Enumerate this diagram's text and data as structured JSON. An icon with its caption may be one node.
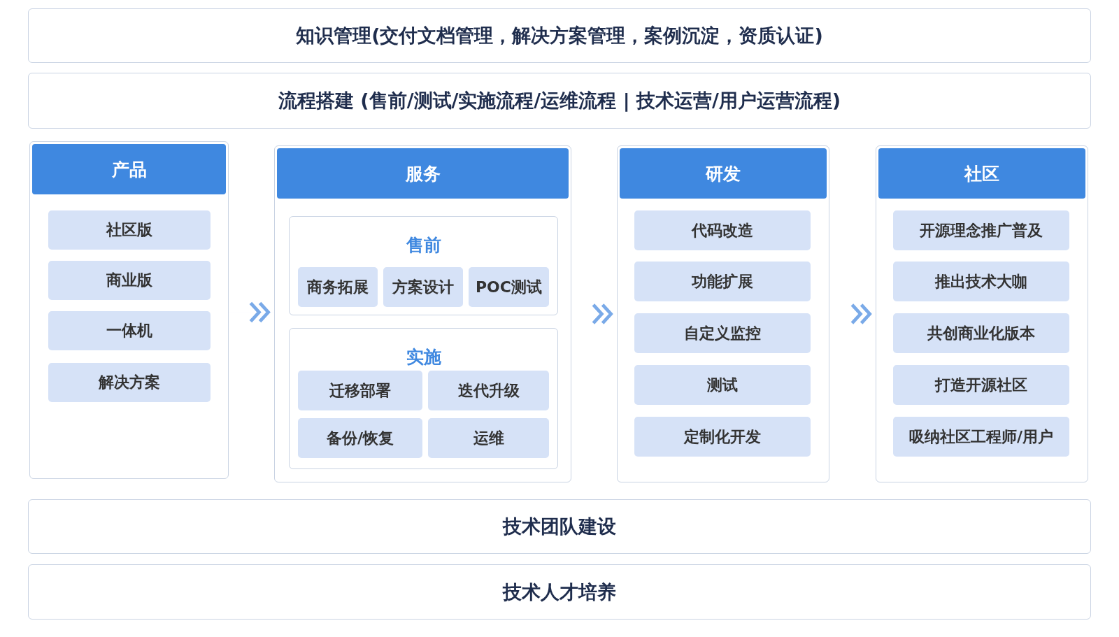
{
  "diagram": {
    "nodes": [
      {
        "text": [
          "知识管理(交付文档管理，解决方案管理，案例沉淀，资质认证)"
        ]
      },
      {
        "text": [
          "流程搭建 (售前/测试/实施流程/运维流程 | 技术运营/用户运营流程)"
        ]
      },
      {
        "text": [
          "产品"
        ]
      },
      {
        "text": [
          "社区版"
        ],
        "in": 2
      },
      {
        "text": [
          "商业版"
        ],
        "in": 2
      },
      {
        "text": [
          "一体机"
        ],
        "in": 2
      },
      {
        "text": [
          "解决方案"
        ],
        "in": 2
      },
      {
        "text": [
          "服务"
        ]
      },
      {
        "text": [
          "售前"
        ],
        "in": 7
      },
      {
        "text": [
          "商务拓展"
        ],
        "in": 8
      },
      {
        "text": [
          "方案设计"
        ],
        "in": 8
      },
      {
        "text": [
          "POC测试"
        ],
        "in": 8
      },
      {
        "text": [
          "实施"
        ],
        "in": 7
      },
      {
        "text": [
          "迁移部署"
        ],
        "in": 12
      },
      {
        "text": [
          "迭代升级"
        ],
        "in": 12
      },
      {
        "text": [
          "备份/恢复"
        ],
        "in": 12
      },
      {
        "text": [
          "运维"
        ],
        "in": 12
      },
      {
        "text": [
          "研发"
        ]
      },
      {
        "text": [
          "代码改造"
        ],
        "in": 17
      },
      {
        "text": [
          "功能扩展"
        ],
        "in": 17
      },
      {
        "text": [
          "自定义监控"
        ],
        "in": 17
      },
      {
        "text": [
          "测试"
        ],
        "in": 17
      },
      {
        "text": [
          "定制化开发"
        ],
        "in": 17
      },
      {
        "text": [
          "社区"
        ]
      },
      {
        "text": [
          "开源理念推广普及"
        ],
        "in": 23
      },
      {
        "text": [
          "推出技术大咖"
        ],
        "in": 23
      },
      {
        "text": [
          "共创商业化版本"
        ],
        "in": 23
      },
      {
        "text": [
          "打造开源社区"
        ],
        "in": 23
      },
      {
        "text": [
          "吸纳社区工程师/用户"
        ],
        "in": 23
      },
      {
        "text": [
          "技术团队建设"
        ]
      },
      {
        "text": [
          "技术人才培养"
        ]
      }
    ],
    "edges": [
      {
        "from": 2,
        "to": 7,
        "arrow": "to"
      },
      {
        "from": 7,
        "to": 17,
        "arrow": "to"
      },
      {
        "from": 17,
        "to": 23,
        "arrow": "to"
      }
    ]
  }
}
